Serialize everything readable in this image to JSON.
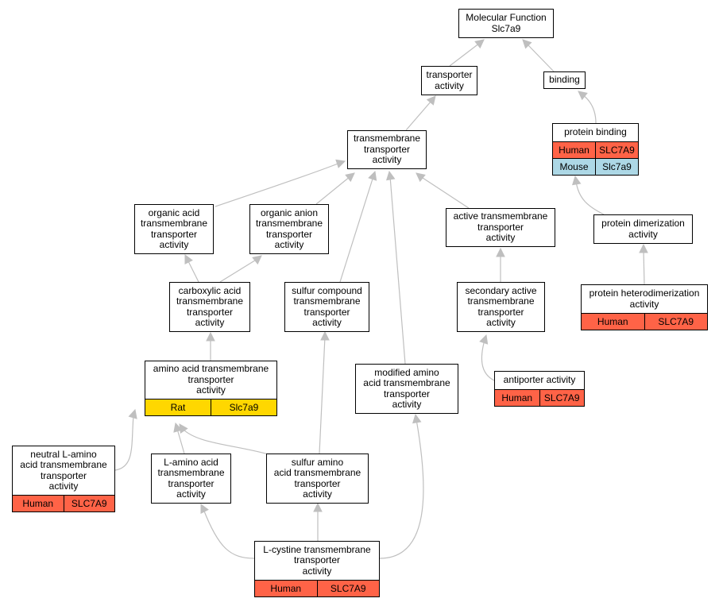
{
  "colors": {
    "edge": "#bfbfbf",
    "human": "#ff6347",
    "rat": "#ffd700",
    "mouse": "#add8e6",
    "node_border": "#000000",
    "node_fill": "#ffffff"
  },
  "nodes": {
    "mf": {
      "label": "Molecular Function\nSlc7a9"
    },
    "ta": {
      "label": "transporter\nactivity"
    },
    "bind": {
      "label": "binding"
    },
    "tmt": {
      "label": "transmembrane\ntransporter\nactivity"
    },
    "pb": {
      "label": "protein binding",
      "rows": [
        {
          "species": "Human",
          "gene": "SLC7A9",
          "color": "#ff6347"
        },
        {
          "species": "Mouse",
          "gene": "Slc7a9",
          "color": "#add8e6"
        }
      ]
    },
    "oa": {
      "label": "organic acid\ntransmembrane\ntransporter\nactivity"
    },
    "oan": {
      "label": "organic anion\ntransmembrane\ntransporter\nactivity"
    },
    "atm": {
      "label": "active transmembrane\ntransporter\nactivity"
    },
    "pd": {
      "label": "protein dimerization\nactivity"
    },
    "ca": {
      "label": "carboxylic acid\ntransmembrane\ntransporter\nactivity"
    },
    "sc": {
      "label": "sulfur compound\ntransmembrane\ntransporter\nactivity"
    },
    "sat": {
      "label": "secondary active\ntransmembrane\ntransporter\nactivity"
    },
    "phd": {
      "label": "protein heterodimerization\nactivity",
      "rows": [
        {
          "species": "Human",
          "gene": "SLC7A9",
          "color": "#ff6347"
        }
      ]
    },
    "aa": {
      "label": "amino acid transmembrane\ntransporter\nactivity",
      "rows": [
        {
          "species": "Rat",
          "gene": "Slc7a9",
          "color": "#ffd700"
        }
      ]
    },
    "maa": {
      "label": "modified amino\nacid transmembrane\ntransporter\nactivity"
    },
    "anti": {
      "label": "antiporter activity",
      "rows": [
        {
          "species": "Human",
          "gene": "SLC7A9",
          "color": "#ff6347"
        }
      ]
    },
    "nla": {
      "label": "neutral L-amino\nacid transmembrane\ntransporter\nactivity",
      "rows": [
        {
          "species": "Human",
          "gene": "SLC7A9",
          "color": "#ff6347"
        }
      ]
    },
    "laa": {
      "label": "L-amino acid\ntransmembrane\ntransporter\nactivity"
    },
    "saa": {
      "label": "sulfur amino\nacid transmembrane\ntransporter\nactivity"
    },
    "lcys": {
      "label": "L-cystine transmembrane\ntransporter\nactivity",
      "rows": [
        {
          "species": "Human",
          "gene": "SLC7A9",
          "color": "#ff6347"
        }
      ]
    }
  }
}
